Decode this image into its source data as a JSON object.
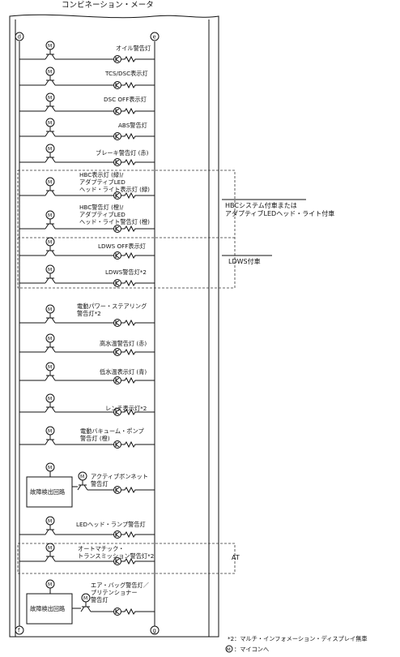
{
  "title": "コンビネーション・メータ",
  "nodes": {
    "d": "d",
    "e": "e",
    "f": "f",
    "g": "g"
  },
  "micon_symbol": "M",
  "lamps": [
    {
      "label_lines": [
        "オイル警告灯"
      ]
    },
    {
      "label_lines": [
        "TCS/DSC表示灯"
      ]
    },
    {
      "label_lines": [
        "DSC OFF表示灯"
      ]
    },
    {
      "label_lines": [
        "ABS警告灯"
      ]
    },
    {
      "label_lines": [
        "ブレーキ警告灯 (赤)"
      ]
    },
    {
      "label_lines": [
        "HBC表示灯 (緑)/",
        "アダプティブLED",
        "ヘッド・ライト表示灯 (緑)"
      ]
    },
    {
      "label_lines": [
        "HBC警告灯 (橙)/",
        "アダプティブLED",
        "ヘッド・ライト警告灯 (橙)"
      ]
    },
    {
      "label_lines": [
        "LDWS OFF表示灯"
      ]
    },
    {
      "label_lines": [
        "LDWS警告灯*2"
      ]
    },
    {
      "label_lines": [
        "電動パワー・ステアリング",
        "警告灯*2"
      ]
    },
    {
      "label_lines": [
        "高水温警告灯 (赤)"
      ]
    },
    {
      "label_lines": [
        "低水温表示灯 (青)"
      ]
    },
    {
      "label_lines": [
        "レンチ表示灯*2"
      ]
    },
    {
      "label_lines": [
        "電動バキューム・ポンプ",
        "警告灯 (橙)"
      ]
    },
    {
      "label_lines": [
        "アクティブボンネット",
        "警告灯"
      ]
    },
    {
      "label_lines": [
        "LEDヘッド・ランプ警告灯"
      ]
    },
    {
      "label_lines": [
        "オートマチック・",
        "トランスミッション警告灯*2"
      ]
    },
    {
      "label_lines": [
        "エア・バッグ警告灯／",
        "プリテンショナー",
        "警告灯"
      ]
    }
  ],
  "fault_circuit_label": "故障検出回路",
  "groups": {
    "hbc": [
      "HBCシステム付車または",
      "アダプティブLEDヘッド・ライト付車"
    ],
    "ldws": "LDWS付車",
    "at": "AT"
  },
  "footnotes": {
    "note2": "*2：マルチ・インフォメーション・ディスプレイ無車",
    "micon": "：マイコンへ"
  }
}
